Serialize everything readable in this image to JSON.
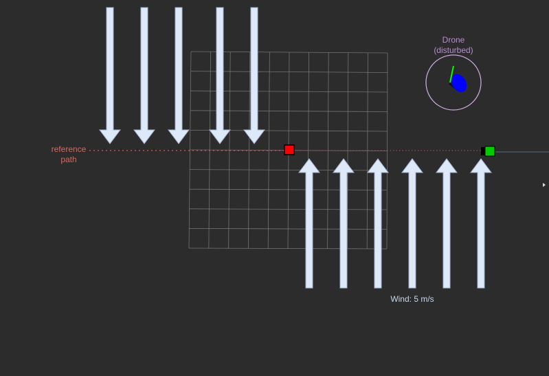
{
  "labels": {
    "reference_line1": "reference",
    "reference_line2": "path",
    "drone_line1": "Drone",
    "drone_line2": "(disturbed)",
    "wind": "Wind: 5 m/s"
  },
  "colors": {
    "background": "#2c2c2c",
    "grid": "#8a8a8a",
    "reference_path": "#c0504d",
    "arrow_fill": "#dde8f8",
    "arrow_stroke": "#9fb2cc",
    "target_marker": "#ff0000",
    "drone_marker": "#00cc00",
    "drone_ring": "#c9a8dc",
    "drone_body": "#0000ff",
    "drone_heading": "#00ff00"
  },
  "icons": {
    "wind_down": "arrow-down-icon",
    "wind_up": "arrow-up-icon",
    "target": "red-square-marker",
    "drone": "green-square-marker"
  }
}
